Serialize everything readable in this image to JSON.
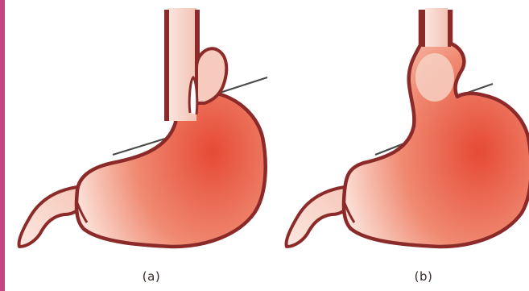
{
  "figure": {
    "panels": [
      {
        "id": "a",
        "label": "(a)"
      },
      {
        "id": "b",
        "label": "(b)"
      }
    ]
  },
  "colors": {
    "border_accent": "#c2467f",
    "outline": "#8c2a2a",
    "fill_light": "#f8dcd2",
    "fill_mid": "#f0a08a",
    "fill_dark": "#e3553f",
    "line": "#4a4a4a"
  }
}
